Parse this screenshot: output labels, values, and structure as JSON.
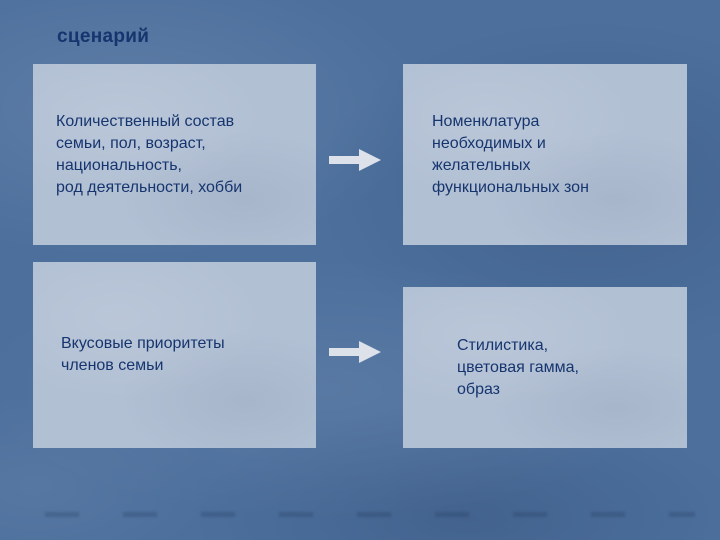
{
  "slide": {
    "title": "сценарий",
    "boxes": [
      {
        "id": "family-composition",
        "text": "Количественный состав\nсемьи, пол, возраст,\nнациональность,\nрод деятельности, хобби"
      },
      {
        "id": "functional-zones",
        "text": "Номенклатура\nнеобходимых и\nжелательных\nфункциональных зон"
      },
      {
        "id": "taste-priorities",
        "text": "Вкусовые приоритеты\nчленов семьи"
      },
      {
        "id": "style-palette",
        "text": "Стилистика,\nцветовая гамма,\nобраз"
      }
    ],
    "arrows": [
      {
        "id": "arrow-top",
        "direction": "right"
      },
      {
        "id": "arrow-bottom",
        "direction": "right"
      }
    ],
    "colors": {
      "background": "#4c6f9c",
      "box_fill": "#b2c0d4",
      "text": "#16356e",
      "arrow": "#dce1ea"
    }
  }
}
